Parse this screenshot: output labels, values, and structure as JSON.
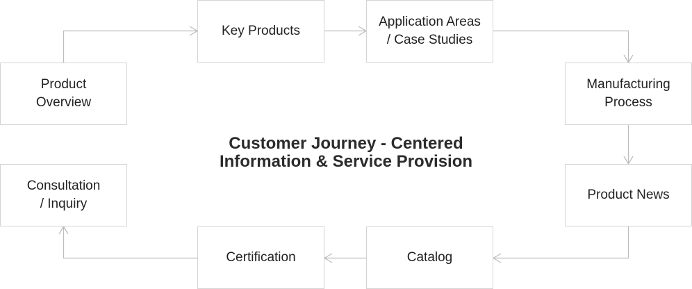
{
  "diagram": {
    "center": {
      "line1": "Customer Journey - Centered",
      "line2": "Information & Service Provision"
    },
    "nodes": {
      "product_overview": "Product\nOverview",
      "key_products": "Key Products",
      "application_areas": "Application Areas\n/ Case Studies",
      "manufacturing_process": "Manufacturing\nProcess",
      "product_news": "Product News",
      "catalog": "Catalog",
      "certification": "Certification",
      "consultation": "Consultation\n/ Inquiry"
    },
    "colors": {
      "border": "#d4d4d4",
      "connector": "#bdbdbd",
      "text": "#222222"
    }
  }
}
